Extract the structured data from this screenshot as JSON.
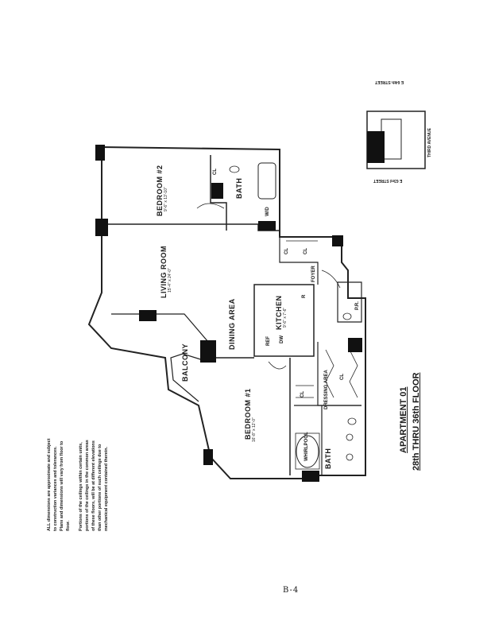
{
  "rooms": {
    "bedroom2": {
      "name": "BEDROOM #2",
      "dims": "9'-6\" x 13'-10\""
    },
    "living": {
      "name": "LIVING ROOM",
      "dims": "15'-4\" x 24'-0\""
    },
    "dining": {
      "name": "DINING AREA"
    },
    "kitchen": {
      "name": "KITCHEN",
      "dims": "9'-6\" x 7'-6\""
    },
    "balcony": {
      "name": "BALCONY"
    },
    "bedroom1": {
      "name": "BEDROOM #1",
      "dims": "16'-8\" x 12'-0\""
    },
    "bath1": {
      "name": "BATH"
    },
    "bath2": {
      "name": "BATH"
    },
    "foyer": {
      "name": "FOYER"
    },
    "dressing": {
      "name": "DRESSING AREA"
    },
    "pr": {
      "name": "P.R."
    }
  },
  "fixtures": {
    "cl_a": "CL",
    "cl_b": "CL",
    "cl_c": "CL",
    "cl_d": "CL",
    "cl_e": "CL",
    "wd": "W/D",
    "ref": "REF",
    "dw": "DW",
    "r": "R",
    "whirlpool": "WHIRLPOOL"
  },
  "title": {
    "line1": "APARTMENT 01",
    "line2": "28th THRU 36th FLOOR"
  },
  "notes": [
    "ALL dimensions are approximate and subject",
    "to construction variances and tolerances.",
    "Plans and dimensions will vary from floor to",
    "floor.",
    "",
    "Portions of the ceilings within certain units,",
    "portions of the ceilings in the common areas",
    "of these floors, will be at different elevations",
    "than other portions of such ceilings due to",
    "mechanical equipment contained therein."
  ],
  "keyplan": {
    "street_top": "E 64th STREET",
    "street_bottom": "E 63rd STREET",
    "avenue": "THIRD AVENUE"
  },
  "page_number": "B-4"
}
